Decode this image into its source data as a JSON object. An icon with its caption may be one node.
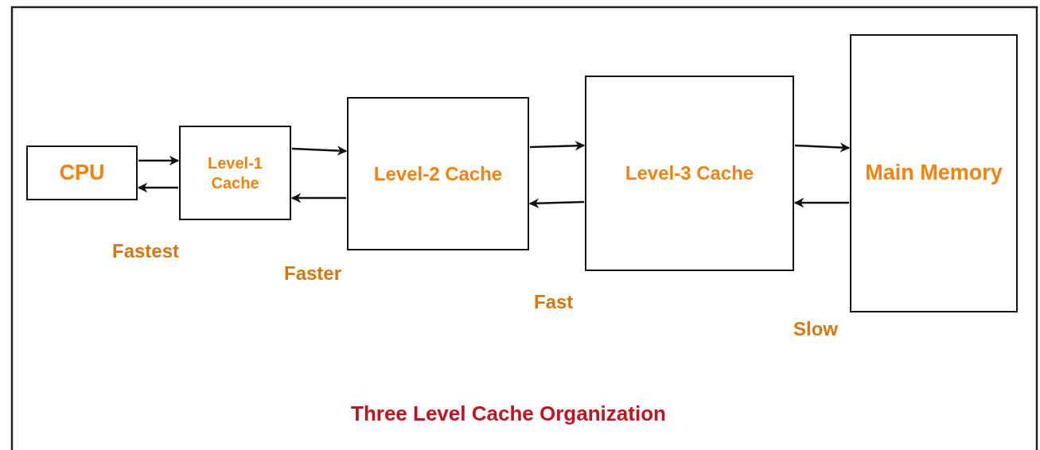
{
  "diagram": {
    "caption": "Three Level Cache Organization",
    "nodes": [
      {
        "text": [
          "CPU"
        ]
      },
      {
        "text": [
          "Level-1 Cache"
        ]
      },
      {
        "text": [
          "Level-2 Cache"
        ]
      },
      {
        "text": [
          "Level-3 Cache"
        ]
      },
      {
        "text": [
          "Main Memory"
        ]
      }
    ],
    "edges": [
      {
        "from": 0,
        "to": 1,
        "arrow": "to"
      },
      {
        "from": 1,
        "to": 0,
        "arrow": "to"
      },
      {
        "from": 1,
        "to": 2,
        "arrow": "to"
      },
      {
        "from": 2,
        "to": 1,
        "arrow": "to"
      },
      {
        "from": 2,
        "to": 3,
        "arrow": "to"
      },
      {
        "from": 3,
        "to": 2,
        "arrow": "to"
      },
      {
        "from": 3,
        "to": 4,
        "arrow": "to"
      },
      {
        "from": 4,
        "to": 3,
        "arrow": "to"
      }
    ],
    "labels": [
      "Fastest",
      "Faster",
      "Fast",
      "Slow"
    ]
  }
}
